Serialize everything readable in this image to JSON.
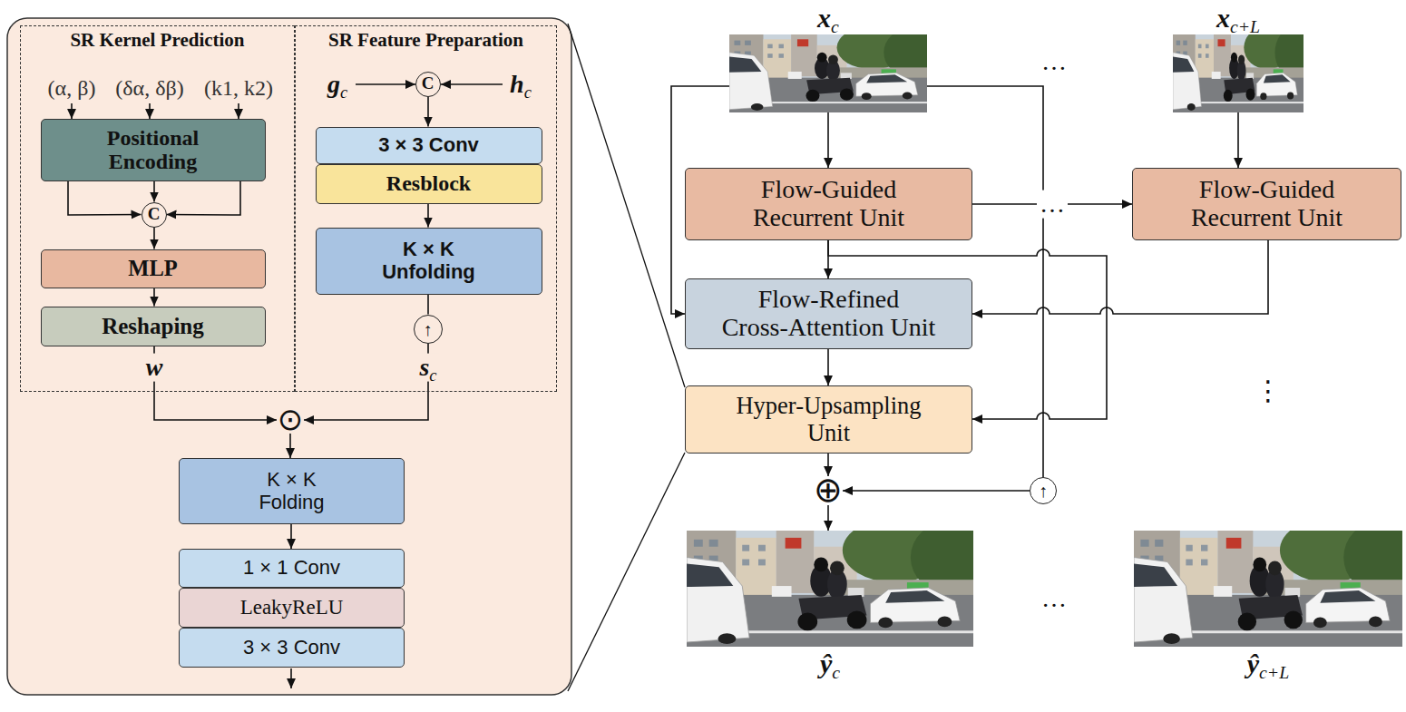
{
  "diagram": {
    "nodes": [
      {
        "text": [
          "SR Kernel Prediction"
        ]
      },
      {
        "text": [
          "SR Feature Preparation"
        ]
      },
      {
        "text": [
          "Positional Encoding"
        ],
        "in": 0
      },
      {
        "text": [
          "C"
        ],
        "in": 0
      },
      {
        "text": [
          "MLP"
        ],
        "in": 0
      },
      {
        "text": [
          "Reshaping"
        ],
        "in": 0
      },
      {
        "text": [
          "C"
        ],
        "in": 1
      },
      {
        "text": [
          "3 × 3 Conv"
        ],
        "in": 1
      },
      {
        "text": [
          "Resblock"
        ],
        "in": 1
      },
      {
        "text": [
          "K × K Unfolding"
        ],
        "in": 1
      },
      {
        "text": [
          "↑"
        ],
        "in": 1
      },
      {
        "text": [
          "⊙"
        ]
      },
      {
        "text": [
          "K × K Folding"
        ]
      },
      {
        "text": [
          "1 × 1 Conv"
        ]
      },
      {
        "text": [
          "LeakyReLU"
        ]
      },
      {
        "text": [
          "3 × 3 Conv"
        ]
      },
      {
        "text": [
          "xc"
        ]
      },
      {
        "text": [
          "xc+L"
        ]
      },
      {
        "text": [
          "Flow-Guided Recurrent Unit"
        ]
      },
      {
        "text": [
          "Flow-Guided Recurrent Unit"
        ]
      },
      {
        "text": [
          "Flow-Refined Cross-Attention Unit"
        ]
      },
      {
        "text": [
          "Hyper-Upsampling Unit"
        ]
      },
      {
        "text": [
          "⊕"
        ]
      },
      {
        "text": [
          "↑"
        ]
      },
      {
        "text": [
          "ŷc"
        ]
      },
      {
        "text": [
          "ŷc+L"
        ]
      }
    ],
    "edges": [
      {
        "from": 2,
        "to": 3,
        "arrow": "to"
      },
      {
        "from": 2,
        "to": 3,
        "arrow": "to"
      },
      {
        "from": 2,
        "to": 3,
        "arrow": "to"
      },
      {
        "from": 3,
        "to": 4,
        "arrow": "to"
      },
      {
        "from": 4,
        "to": 5,
        "arrow": "to"
      },
      {
        "from": 5,
        "to": 11,
        "arrow": "to"
      },
      {
        "from": 6,
        "to": 7,
        "arrow": "to"
      },
      {
        "from": 8,
        "to": 9,
        "arrow": "to"
      },
      {
        "from": 9,
        "to": 10,
        "arrow": "none"
      },
      {
        "from": 10,
        "to": 11,
        "arrow": "to"
      },
      {
        "from": 11,
        "to": 12,
        "arrow": "to"
      },
      {
        "from": 12,
        "to": 13,
        "arrow": "to"
      },
      {
        "from": 16,
        "to": 18,
        "arrow": "to"
      },
      {
        "from": 16,
        "to": 20,
        "arrow": "to"
      },
      {
        "from": 16,
        "to": 23,
        "arrow": "none"
      },
      {
        "from": 18,
        "to": 19,
        "arrow": "to",
        "label": "…"
      },
      {
        "from": 18,
        "to": 20,
        "arrow": "to"
      },
      {
        "from": 18,
        "to": 21,
        "arrow": "to"
      },
      {
        "from": 19,
        "to": 20,
        "arrow": "to"
      },
      {
        "from": 17,
        "to": 19,
        "arrow": "to"
      },
      {
        "from": 20,
        "to": 21,
        "arrow": "to"
      },
      {
        "from": 21,
        "to": 22,
        "arrow": "to"
      },
      {
        "from": 23,
        "to": 22,
        "arrow": "to"
      },
      {
        "from": 22,
        "to": 24,
        "arrow": "to"
      }
    ],
    "labels": [
      "(α, β)",
      "(δα, δβ)",
      "(k1, k2)",
      "gc",
      "hc",
      "w",
      "sc",
      "…",
      "⋮",
      "…"
    ]
  }
}
